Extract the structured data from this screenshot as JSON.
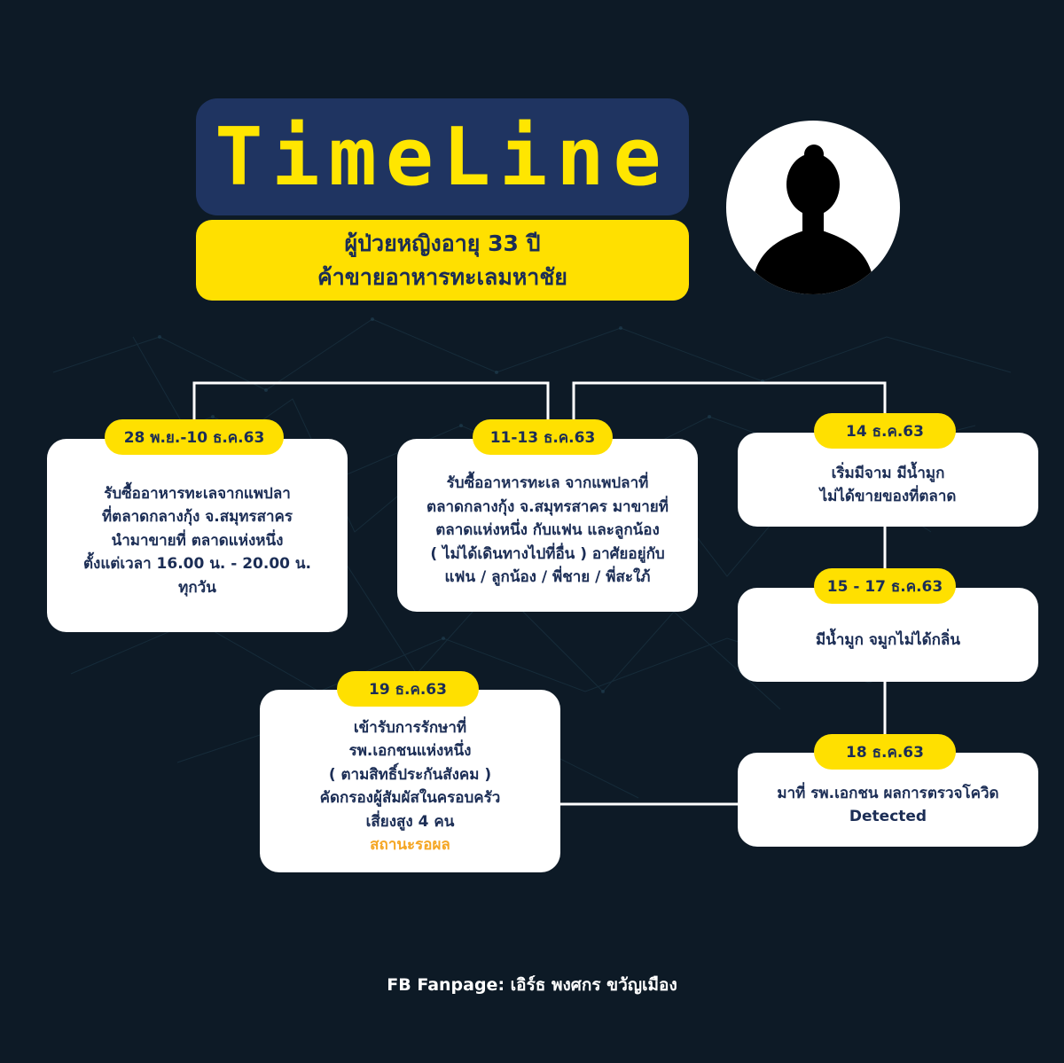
{
  "header": {
    "title": "TimeLine",
    "subtitle_line1": "ผู้ป่วยหญิงอายุ 33 ปี",
    "subtitle_line2": "ค้าขายอาหารทะเลมหาชัย"
  },
  "events": [
    {
      "date": "28 พ.ย.-10 ธ.ค.63",
      "lines": [
        "รับซื้ออาหารทะเลจากแพปลา",
        "ที่ตลาดกลางกุ้ง จ.สมุทรสาคร",
        "นำมาขายที่ ตลาดแห่งหนึ่ง",
        "ตั้งแต่เวลา 16.00 น. - 20.00 น.",
        "ทุกวัน"
      ]
    },
    {
      "date": "11-13 ธ.ค.63",
      "lines": [
        "รับซื้ออาหารทะเล จากแพปลาที่",
        "ตลาดกลางกุ้ง จ.สมุทรสาคร มาขายที่",
        "ตลาดแห่งหนึ่ง กับแฟน และลูกน้อง",
        "( ไม่ได้เดินทางไปที่อื่น ) อาศัยอยู่กับ",
        "แฟน / ลูกน้อง / พี่ชาย / พี่สะใภ้"
      ]
    },
    {
      "date": "14 ธ.ค.63",
      "lines": [
        "เริ่มมีจาม มีน้ำมูก",
        "ไม่ได้ขายของที่ตลาด"
      ]
    },
    {
      "date": "15 - 17 ธ.ค.63",
      "lines": [
        "มีน้ำมูก จมูกไม่ได้กลิ่น"
      ]
    },
    {
      "date": "18 ธ.ค.63",
      "lines": [
        "มาที่ รพ.เอกชน ผลการตรวจโควิด",
        "Detected"
      ]
    },
    {
      "date": "19 ธ.ค.63",
      "lines": [
        "เข้ารับการรักษาที่",
        "รพ.เอกชนแห่งหนึ่ง",
        "( ตามสิทธิ์ประกันสังคม )",
        "คัดกรองผู้สัมผัสในครอบครัว",
        "เสี่ยงสูง 4 คน"
      ],
      "status": "สถานะรอผล"
    }
  ],
  "footer": "FB Fanpage: เอิร์ธ พงศกร ขวัญเมือง",
  "colors": {
    "background": "#0d1a26",
    "title_box": "#1f3461",
    "title_text": "#ffe600",
    "accent_yellow": "#ffe000",
    "card_text": "#1b2d55",
    "status_orange": "#f5a623"
  },
  "icons": {
    "avatar": "woman-silhouette-icon"
  }
}
